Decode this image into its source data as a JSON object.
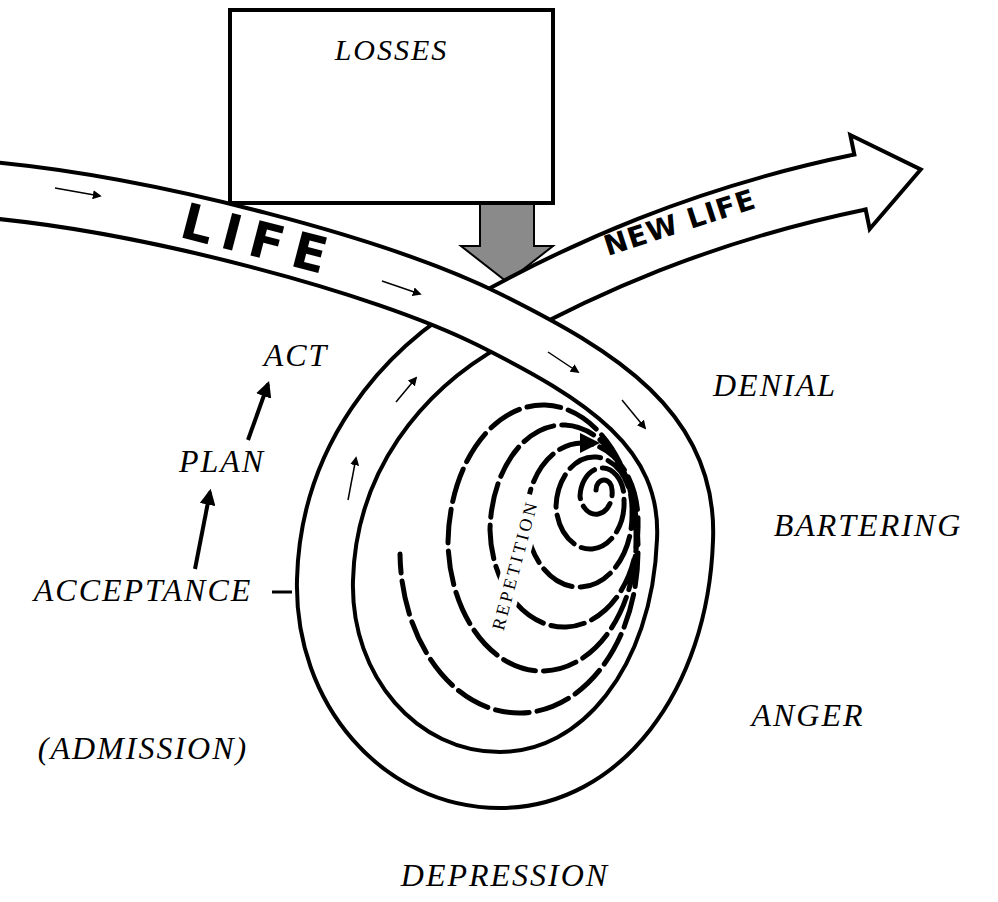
{
  "diagram": {
    "nodes": [
      {
        "text": [
          "LOSSES"
        ]
      },
      {
        "text": [
          "LIFE",
          "NEW LIFE"
        ]
      }
    ],
    "edges": [
      {
        "from": 0,
        "to": 1,
        "arrow": "to"
      }
    ],
    "labels": [
      "DENIAL",
      "BARTERING",
      "ANGER",
      "DEPRESSION",
      "(ADMISSION)",
      "ACCEPTANCE",
      "PLAN",
      "ACT",
      "REPETITION"
    ]
  }
}
